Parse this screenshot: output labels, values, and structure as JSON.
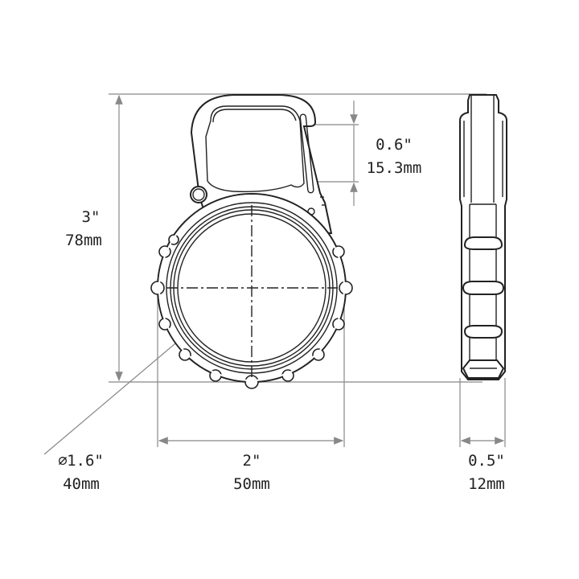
{
  "dimensions": {
    "height": {
      "imperial": "3\"",
      "metric": "78mm"
    },
    "gate_opening": {
      "imperial": "0.6\"",
      "metric": "15.3mm"
    },
    "diameter": {
      "symbol": "⌀",
      "imperial": "1.6\"",
      "metric": "40mm"
    },
    "width": {
      "imperial": "2\"",
      "metric": "50mm"
    },
    "thickness": {
      "imperial": "0.5\"",
      "metric": "12mm"
    }
  }
}
